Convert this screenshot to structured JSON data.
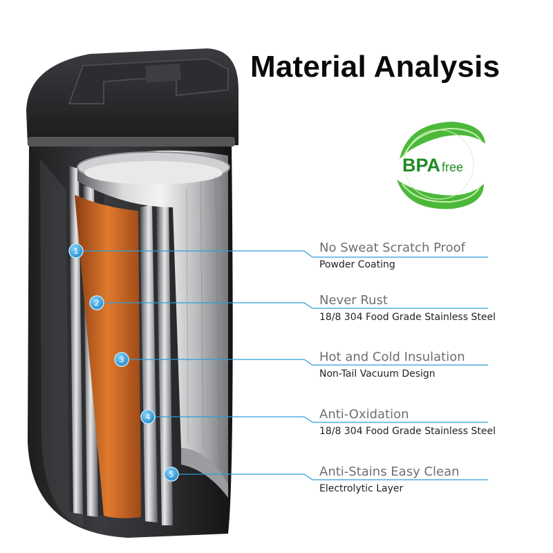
{
  "title": "Material Analysis",
  "badge": {
    "big": "BPA",
    "small": "free",
    "color": "#3aa832"
  },
  "accent_color": "#2b9fd8",
  "layers": [
    {
      "number": "1",
      "heading": "No Sweat Scratch Proof",
      "detail": "Powder Coating"
    },
    {
      "number": "2",
      "heading": "Never Rust",
      "detail": "18/8 304 Food Grade Stainless Steel"
    },
    {
      "number": "3",
      "heading": "Hot and Cold Insulation",
      "detail": "Non-Tail Vacuum Design"
    },
    {
      "number": "4",
      "heading": "Anti-Oxidation",
      "detail": "18/8 304 Food Grade Stainless Steel"
    },
    {
      "number": "5",
      "heading": "Anti-Stains Easy Clean",
      "detail": "Electrolytic Layer"
    }
  ]
}
